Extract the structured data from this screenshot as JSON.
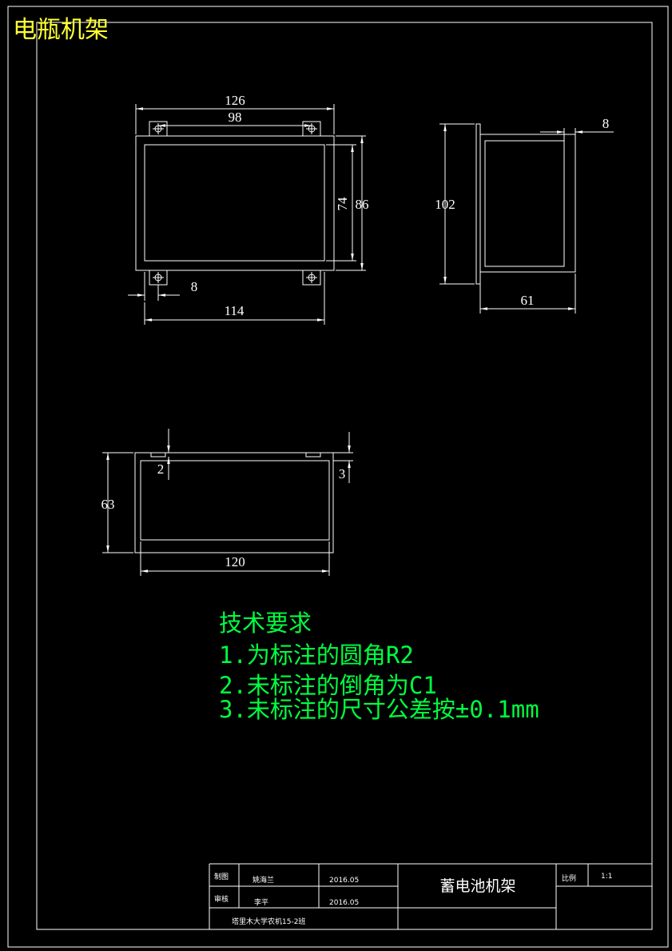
{
  "corner_title": "电瓶机架",
  "views": {
    "front": {
      "dims": [
        "126",
        "98",
        "74",
        "86",
        "8",
        "114"
      ]
    },
    "side": {
      "dims": [
        "8",
        "102",
        "61"
      ]
    },
    "bottom": {
      "dims": [
        "2",
        "3",
        "63",
        "120"
      ]
    }
  },
  "notes": {
    "heading": "技术要求",
    "items": [
      "1.为标注的圆角R2",
      "2.未标注的倒角为C1",
      "3.未标注的尺寸公差按±0.1mm"
    ]
  },
  "title_block": {
    "drawn_label": "制图",
    "drawn_name": "姚海兰",
    "drawn_date": "2016.05",
    "checked_label": "审核",
    "checked_name": "李平",
    "checked_date": "2016.05",
    "part_name": "蓄电池机架",
    "scale_label": "比例",
    "scale_value": "1:1",
    "org": "塔里木大学农机15-2班"
  },
  "colors": {
    "background": "#000000",
    "lines": "#ffffff",
    "corner_title": "#ffff33",
    "notes": "#00ff40"
  }
}
